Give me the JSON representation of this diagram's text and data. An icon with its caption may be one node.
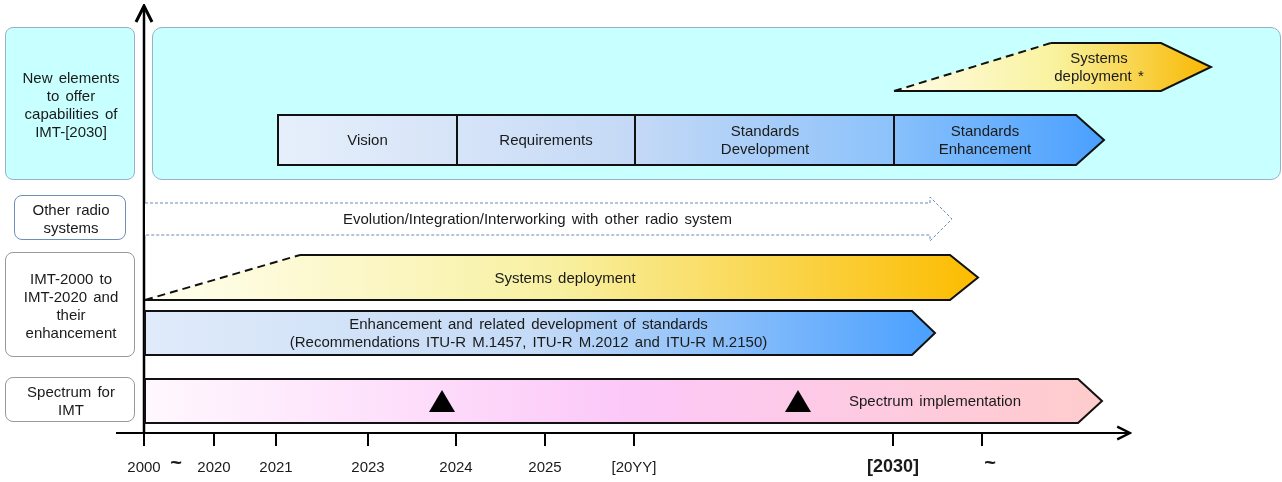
{
  "diagram": {
    "nodes": [
      {
        "text": [
          "New elements to offer capabilities of IMT-[2030]"
        ]
      },
      {
        "text": [],
        "shape": "box"
      },
      {
        "text": [
          "Systems deployment *"
        ],
        "in": 1
      },
      {
        "text": [
          "Vision"
        ],
        "in": 1
      },
      {
        "text": [
          "Requirements"
        ],
        "in": 1
      },
      {
        "text": [
          "Standards Development"
        ],
        "in": 1
      },
      {
        "text": [
          "Standards Enhancement"
        ],
        "in": 1
      },
      {
        "text": [
          "Other radio systems"
        ]
      },
      {
        "text": [
          "Evolution/Integration/Interworking with other radio system"
        ]
      },
      {
        "text": [
          "IMT-2000 to IMT-2020 and their enhancement"
        ]
      },
      {
        "text": [
          "Systems deployment"
        ]
      },
      {
        "text": [
          "Enhancement and related development of standards",
          "(Recommendations ITU-R M.1457, ITU-R M.2012 and ITU-R M.2150)"
        ]
      },
      {
        "text": [
          "Spectrum for IMT"
        ]
      },
      {
        "text": [
          "Spectrum implementation"
        ]
      }
    ],
    "labels": [
      "2000",
      "~",
      "2020",
      "2021",
      "2023",
      "2024",
      "2025",
      "[20YY]",
      "[2030]",
      "~"
    ]
  }
}
